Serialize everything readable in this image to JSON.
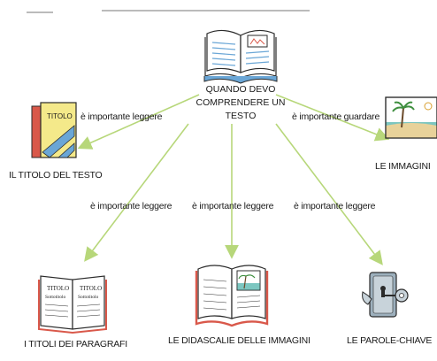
{
  "center": {
    "line1": "QUANDO DEVO",
    "line2": "COMPRENDERE UN TESTO"
  },
  "nodes": {
    "title": "IL TITOLO DEL TESTO",
    "images": "LE IMMAGINI",
    "paragraph_titles": "I TITOLI DEI PARAGRAFI",
    "captions": "LE DIDASCALIE DELLE IMMAGINI",
    "keywords": "LE PAROLE-CHIAVE"
  },
  "edges": {
    "to_title": "è importante leggere",
    "to_images": "è importante guardare",
    "to_paragraph_titles": "è importante leggere",
    "to_captions": "è importante leggere",
    "to_keywords": "è importante leggere"
  },
  "book_cover": {
    "text": "TITOLO"
  },
  "paragraph_pages": {
    "left_title": "TITOLO",
    "left_sub": "Sottotitolo",
    "right_title": "TITOLO",
    "right_sub": "Sottotitolo"
  },
  "colors": {
    "arrow": "#b7d77a",
    "book_cover_blue": "#6aa6d6",
    "book_red": "#d9584a",
    "outline": "#2a2a2a"
  }
}
